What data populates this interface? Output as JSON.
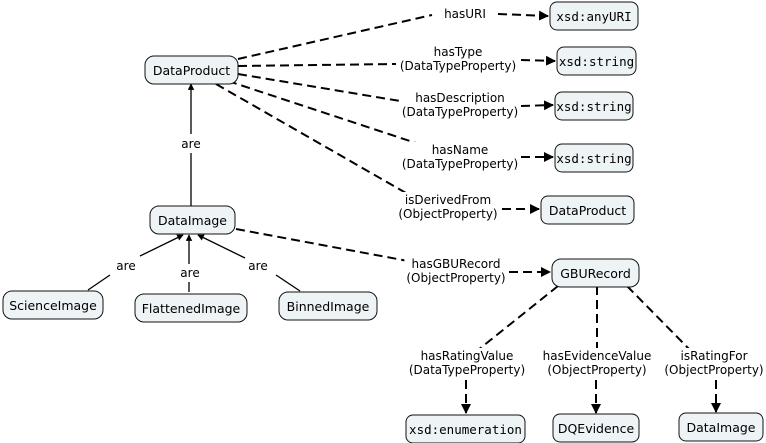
{
  "nodes": {
    "data_product": "DataProduct",
    "xsd_anyuri": "xsd:anyURI",
    "xsd_string_1": "xsd:string",
    "xsd_string_2": "xsd:string",
    "xsd_string_3": "xsd:string",
    "data_product_2": "DataProduct",
    "data_image": "DataImage",
    "science_image": "ScienceImage",
    "flattened_image": "FlattenedImage",
    "binned_image": "BinnedImage",
    "gbu_record": "GBURecord",
    "xsd_enumeration": "xsd:enumeration",
    "dq_evidence": "DQEvidence",
    "data_image_2": "DataImage"
  },
  "edges": {
    "has_uri": [
      "hasURI"
    ],
    "has_type": [
      "hasType",
      "(DataTypeProperty)"
    ],
    "has_description": [
      "hasDescription",
      "(DataTypeProperty)"
    ],
    "has_name": [
      "hasName",
      "(DataTypeProperty)"
    ],
    "is_derived_from": [
      "isDerivedFrom",
      "(ObjectProperty)"
    ],
    "data_image_are": [
      "are"
    ],
    "science_are": [
      "are"
    ],
    "flattened_are": [
      "are"
    ],
    "binned_are": [
      "are"
    ],
    "has_gbu_record": [
      "hasGBURecord",
      "(ObjectProperty)"
    ],
    "has_rating_value": [
      "hasRatingValue",
      "(DataTypeProperty)"
    ],
    "has_evidence_value": [
      "hasEvidenceValue",
      "(ObjectProperty)"
    ],
    "is_rating_for": [
      "isRatingFor",
      "(ObjectProperty)"
    ]
  }
}
